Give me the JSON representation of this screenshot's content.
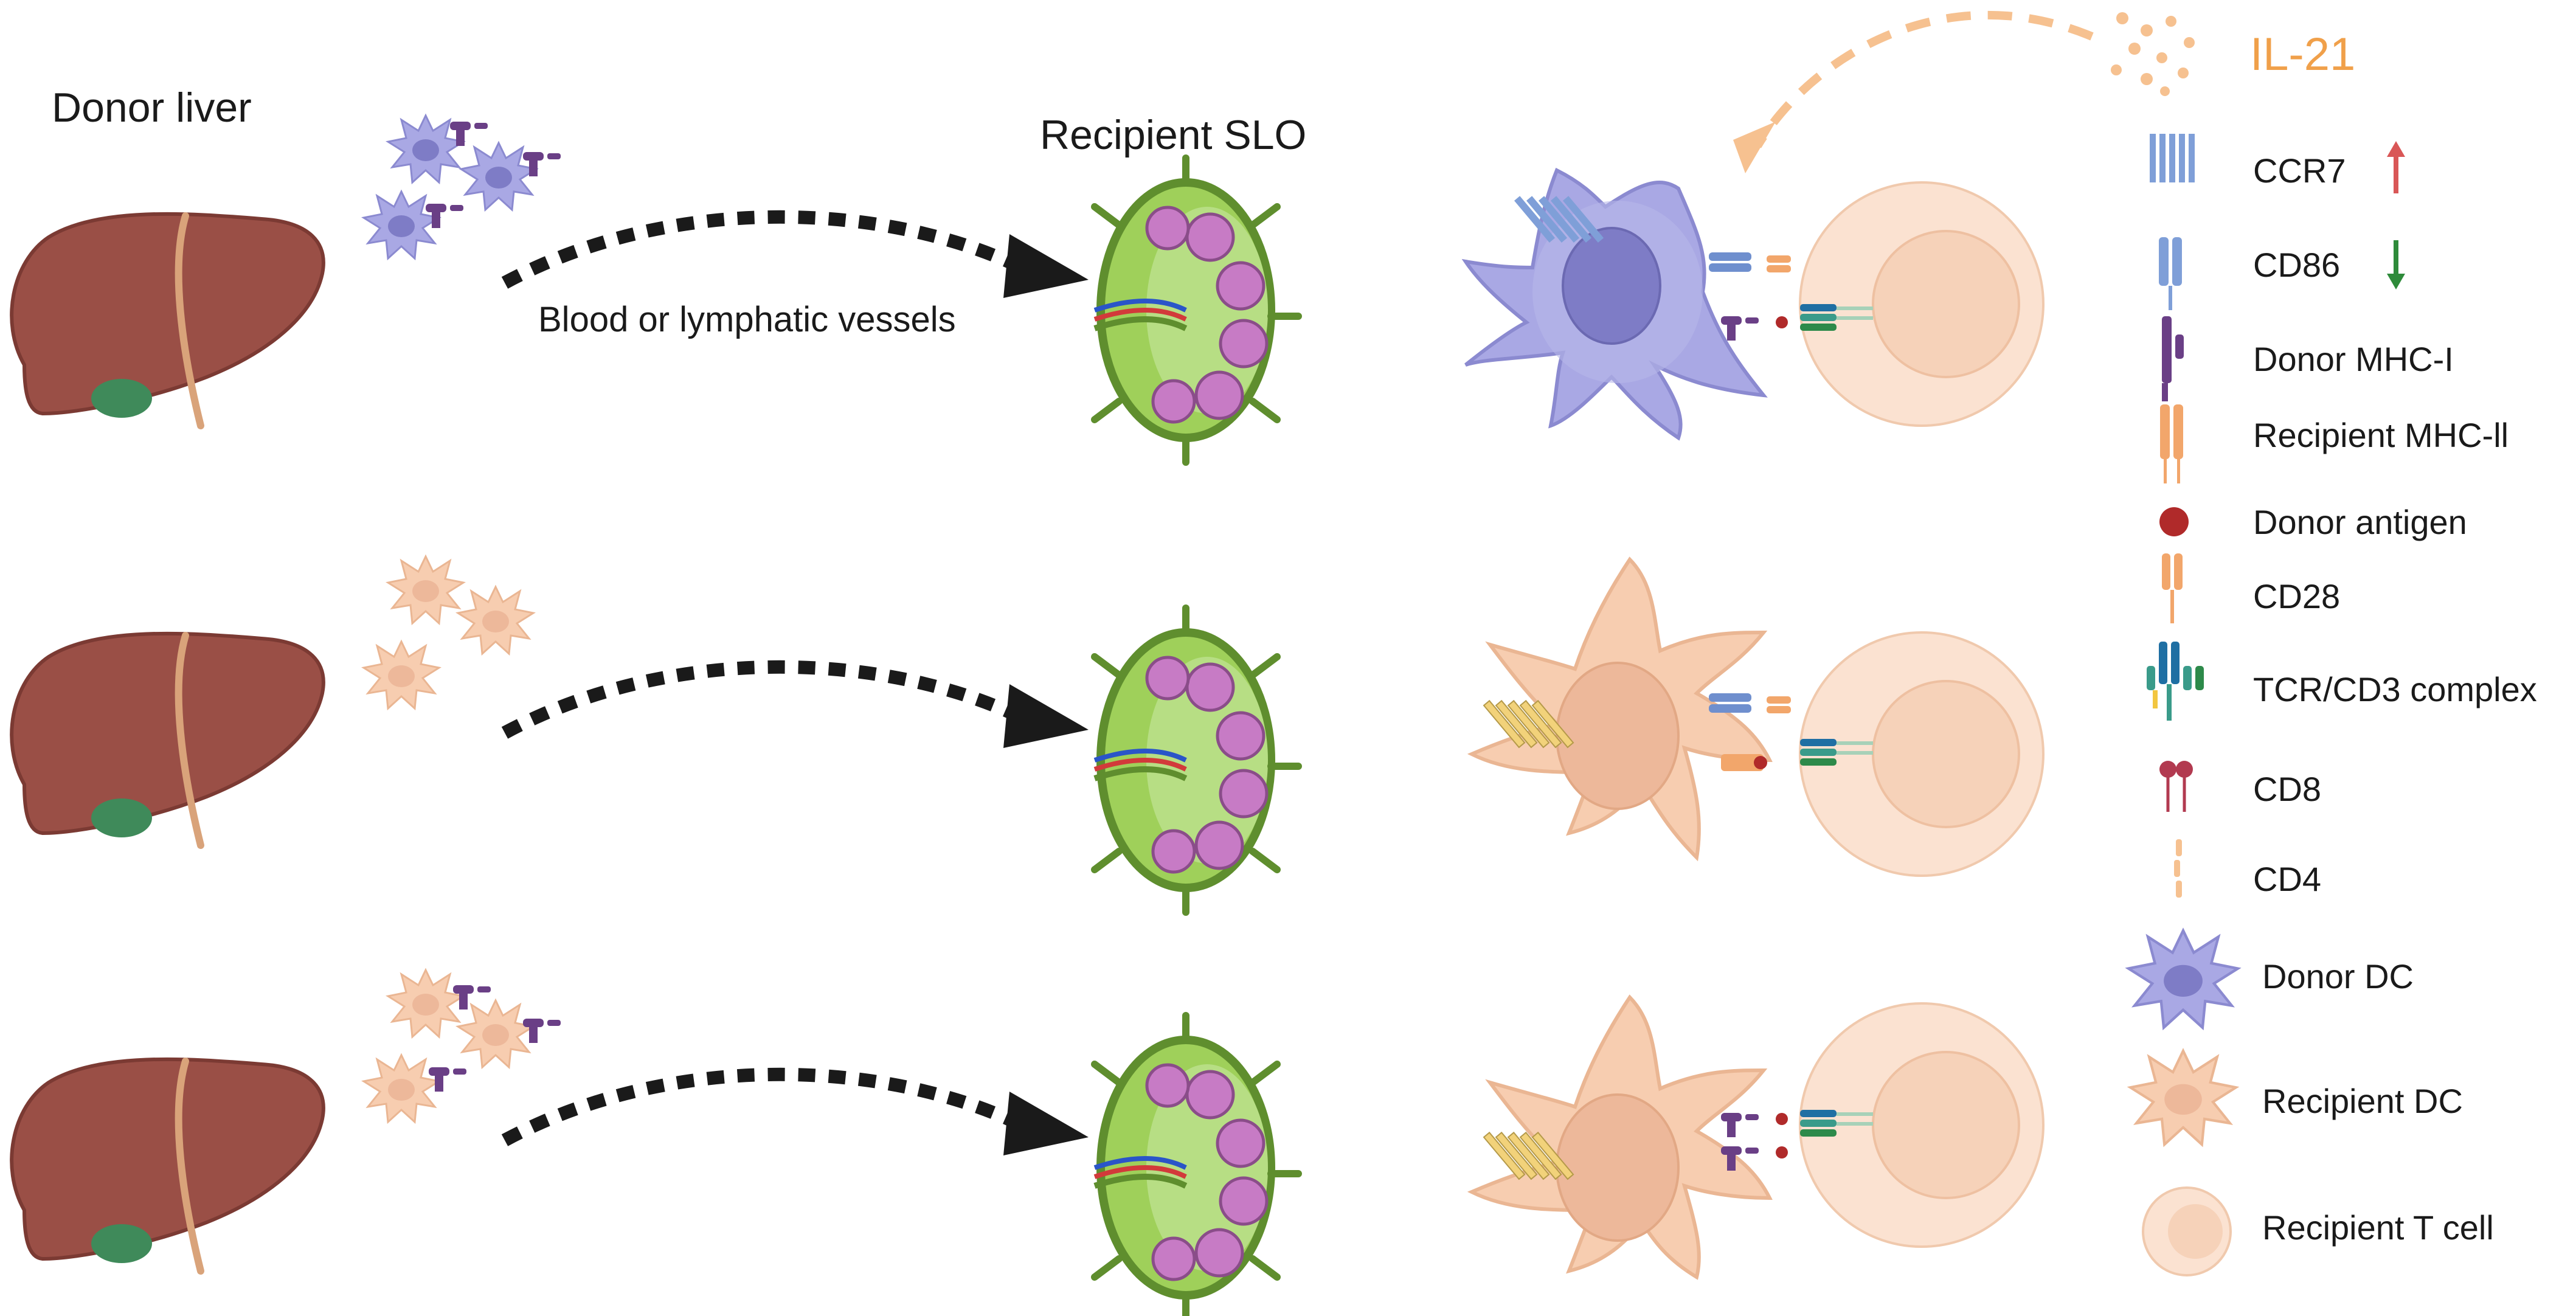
{
  "labels": {
    "donor_liver": "Donor liver",
    "recipient_slo": "Recipient SLO",
    "vessels": "Blood  or lymphatic vessels",
    "il21": "IL-21"
  },
  "legend": [
    {
      "label": "CCR7"
    },
    {
      "label": "CD86"
    },
    {
      "label": "Donor MHC-I"
    },
    {
      "label": "Recipient  MHC-ll"
    },
    {
      "label": "Donor antigen"
    },
    {
      "label": "CD28"
    },
    {
      "label": "TCR/CD3 complex"
    },
    {
      "label": "CD8"
    },
    {
      "label": "CD4"
    },
    {
      "label": "Donor DC"
    },
    {
      "label": "Recipient DC"
    },
    {
      "label": "Recipient T cell"
    }
  ],
  "colors": {
    "liver": "#9a4f46",
    "gallbladder": "#3f8a5a",
    "donor_dc": "#a9a8e4",
    "donor_dc_nucleus": "#7e7cc6",
    "recipient_dc": "#f7cdb0",
    "recipient_dc_nucleus": "#edb89a",
    "t_cell": "#f9d9c3",
    "t_cell_nucleus": "#f2c6a8",
    "lymph_node": "#8dbd4c",
    "lymph_node_dark": "#5f8e2e",
    "follicle": "#c77bc5",
    "ccr7": "#7f9fd8",
    "mhc_i": "#6a3f86",
    "mhc_ii": "#f2a66b",
    "antigen": "#b02a2a",
    "tcr": "#1f6fa3",
    "cd8": "#b23a50",
    "arrow_up": "#d95757",
    "arrow_down": "#2e8b3a",
    "il21": "#f0a04a"
  }
}
